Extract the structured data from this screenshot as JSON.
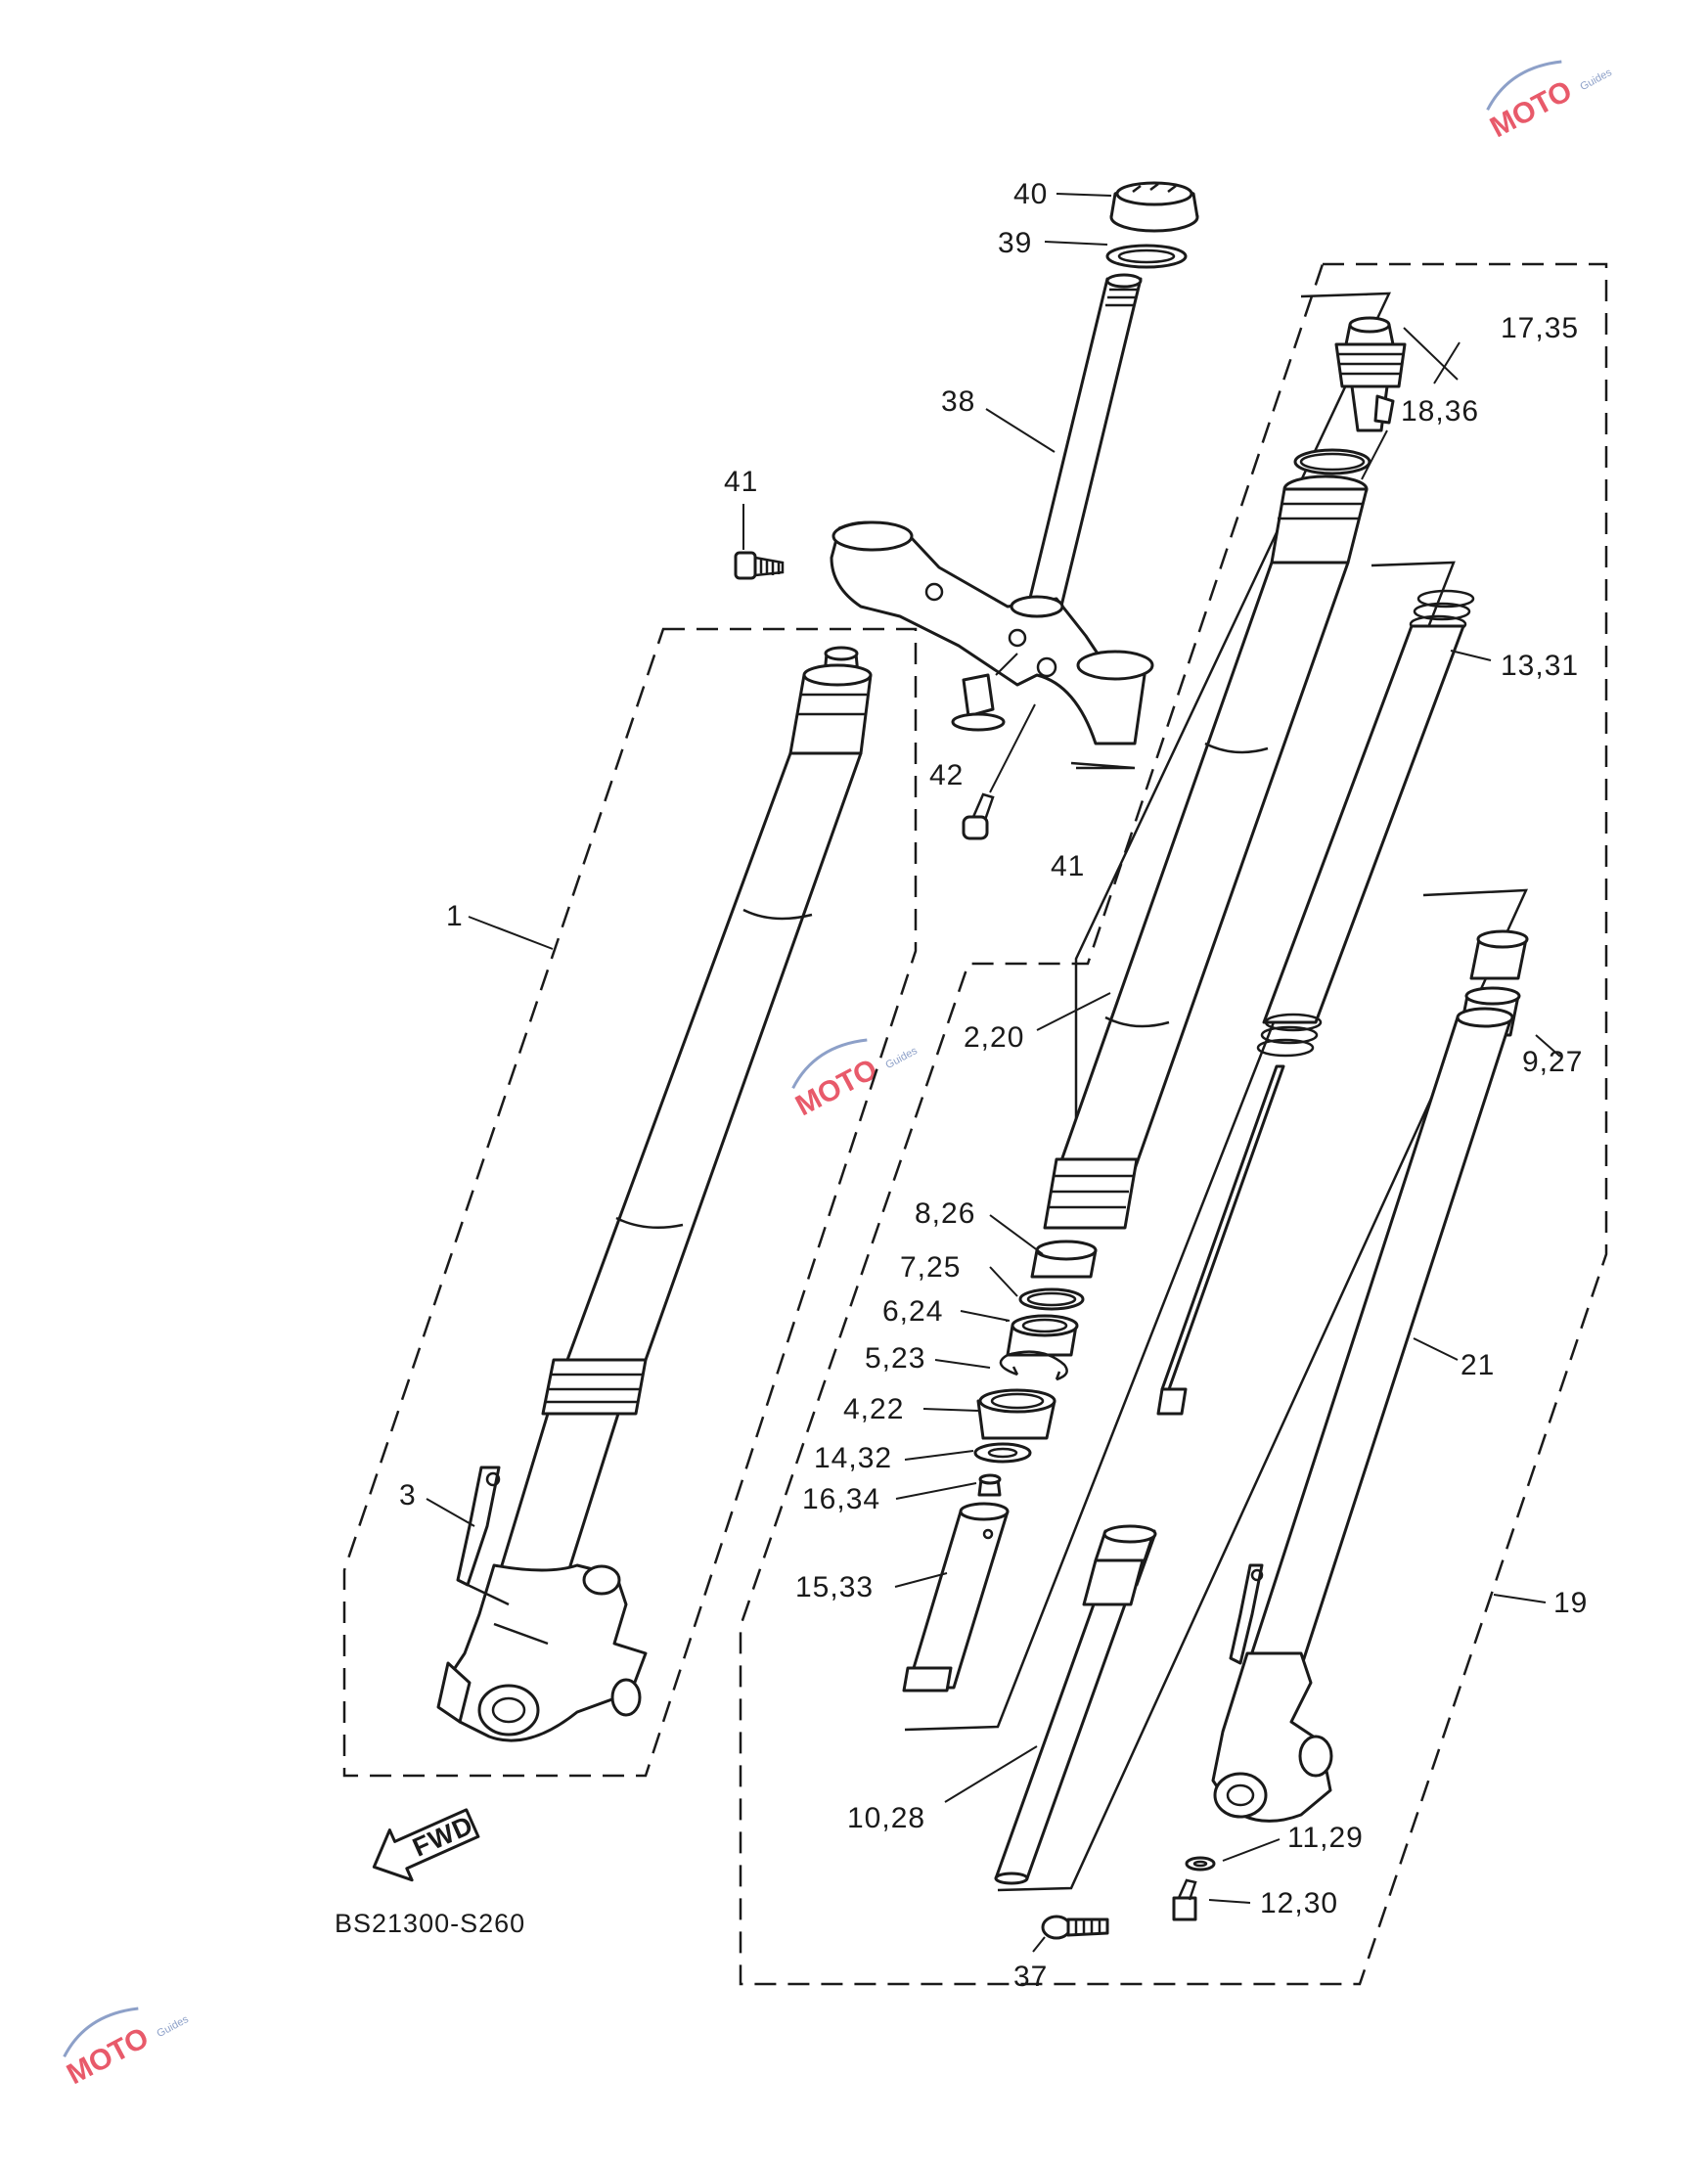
{
  "diagram_code": "BS21300-S260",
  "fwd_label": "FWD",
  "watermark": {
    "text": "MOTO",
    "sub": "Guides"
  },
  "callouts": {
    "c1": "1",
    "c2_20": "2,20",
    "c3": "3",
    "c4_22": "4,22",
    "c5_23": "5,23",
    "c6_24": "6,24",
    "c7_25": "7,25",
    "c8_26": "8,26",
    "c9_27": "9,27",
    "c10_28": "10,28",
    "c11_29": "11,29",
    "c12_30": "12,30",
    "c13_31": "13,31",
    "c14_32": "14,32",
    "c15_33": "15,33",
    "c16_34": "16,34",
    "c17_35": "17,35",
    "c18_36": "18,36",
    "c19": "19",
    "c21": "21",
    "c37": "37",
    "c38": "38",
    "c39": "39",
    "c40": "40",
    "c41_top": "41",
    "c41_bottom": "41",
    "c42": "42"
  }
}
